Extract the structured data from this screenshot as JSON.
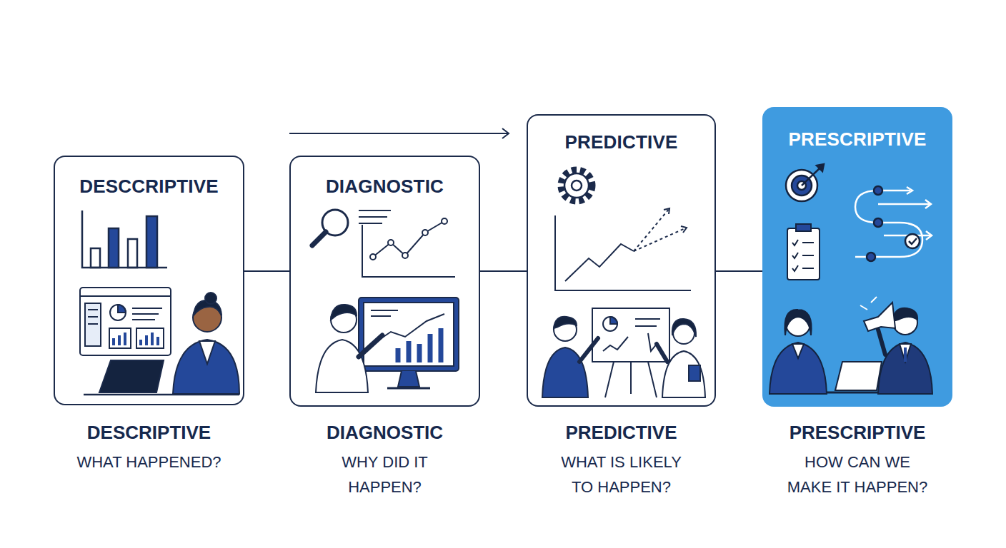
{
  "diagram": {
    "nodes": [
      {
        "text": [
          "DESCCRIPTIVE",
          "DESCRIPTIVE",
          "WHAT HAPPENED?"
        ]
      },
      {
        "text": [
          "DIAGNOSTIC",
          "DIAGNOSTIC",
          "WHY DID IT HAPPEN?"
        ]
      },
      {
        "text": [
          "PREDICTIVE",
          "PREDICTIVE",
          "WHAT IS LIKELY TO HAPPEN?"
        ]
      },
      {
        "text": [
          "PRESCRIPTIVE",
          "PRESCRIPTIVE",
          "HOW CAN WE MAKE IT HAPPEN?"
        ]
      }
    ],
    "edges": [
      {
        "from": 0,
        "to": 1,
        "arrow": "none"
      },
      {
        "from": 1,
        "to": 2,
        "arrow": "none"
      },
      {
        "from": 2,
        "to": 3,
        "arrow": "none"
      }
    ]
  }
}
